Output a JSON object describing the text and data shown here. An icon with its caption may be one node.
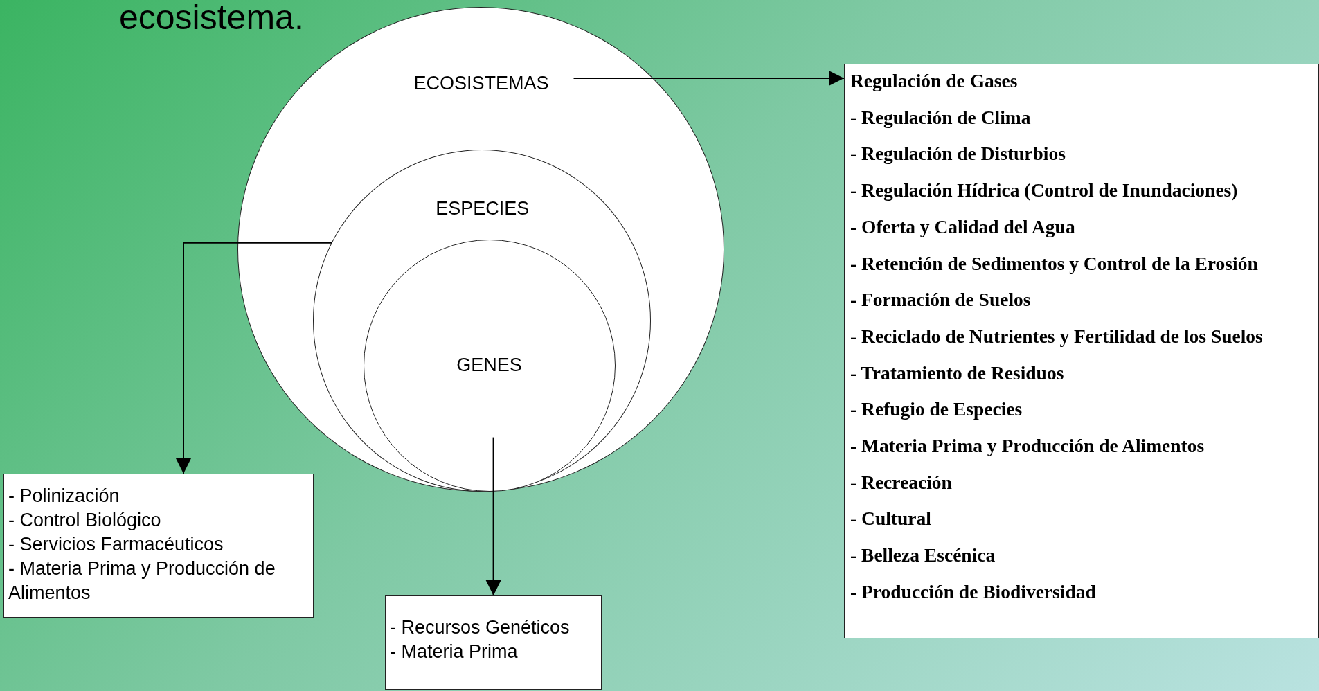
{
  "diagram": {
    "title": "ecosistema.",
    "nodes": [
      {
        "text": [
          "ECOSISTEMAS"
        ]
      },
      {
        "text": [
          "ESPECIES"
        ],
        "in": 0
      },
      {
        "text": [
          "GENES"
        ],
        "in": 1
      },
      {
        "text": [
          "Regulación de Gases",
          "- Regulación de Clima",
          "- Regulación de Disturbios",
          "- Regulación Hídrica (Control de Inundaciones)",
          "- Oferta y Calidad del Agua",
          "- Retención de Sedimentos y Control de la Erosión",
          "- Formación de Suelos",
          "- Reciclado de Nutrientes y Fertilidad de los Suelos",
          "- Tratamiento de Residuos",
          "- Refugio de Especies",
          "- Materia Prima y Producción de Alimentos",
          "- Recreación",
          "- Cultural",
          "- Belleza Escénica",
          "- Producción de Biodiversidad"
        ]
      },
      {
        "text": [
          "- Polinización",
          "- Control Biológico",
          "- Servicios Farmacéuticos",
          "- Materia Prima y Producción de Alimentos"
        ]
      },
      {
        "text": [
          "- Recursos Genéticos",
          "- Materia Prima"
        ]
      }
    ],
    "edges": [
      {
        "from": 0,
        "to": 3,
        "arrow": "to"
      },
      {
        "from": 1,
        "to": 4,
        "arrow": "to"
      },
      {
        "from": 2,
        "to": 5,
        "arrow": "to"
      }
    ]
  }
}
